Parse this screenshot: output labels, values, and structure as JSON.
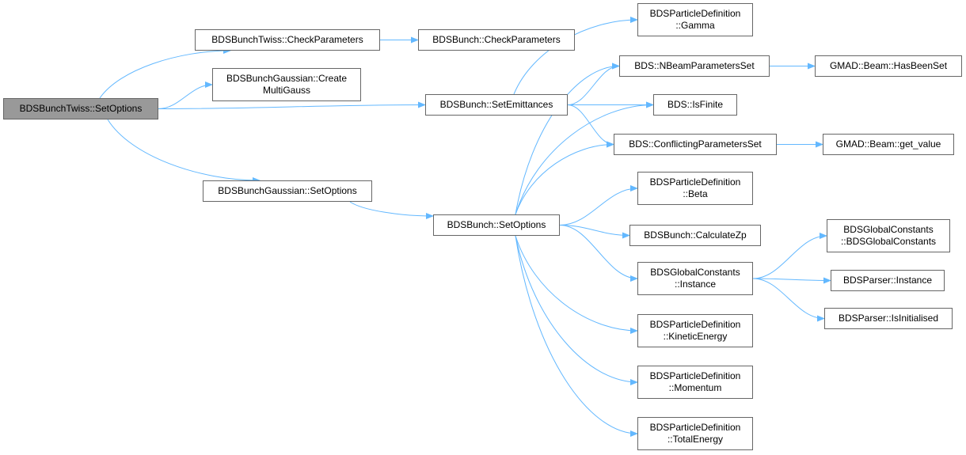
{
  "graph": {
    "edge_color": "#63b8ff",
    "node_border": "#666666",
    "root_fill": "#999999",
    "nodes": [
      {
        "id": "twiss_setoptions",
        "lines": [
          "BDSBunchTwiss::SetOptions"
        ],
        "root": true
      },
      {
        "id": "twiss_checkparams",
        "lines": [
          "BDSBunchTwiss::CheckParameters"
        ]
      },
      {
        "id": "bunch_checkparams",
        "lines": [
          "BDSBunch::CheckParameters"
        ]
      },
      {
        "id": "gauss_create",
        "lines": [
          "BDSBunchGaussian::Create",
          "MultiGauss"
        ]
      },
      {
        "id": "bunch_setemit",
        "lines": [
          "BDSBunch::SetEmittances"
        ]
      },
      {
        "id": "gauss_setoptions",
        "lines": [
          "BDSBunchGaussian::SetOptions"
        ]
      },
      {
        "id": "bunch_setoptions",
        "lines": [
          "BDSBunch::SetOptions"
        ]
      },
      {
        "id": "pd_gamma",
        "lines": [
          "BDSParticleDefinition",
          "::Gamma"
        ]
      },
      {
        "id": "nbeam",
        "lines": [
          "BDS::NBeamParametersSet"
        ]
      },
      {
        "id": "hasbeenset",
        "lines": [
          "GMAD::Beam::HasBeenSet"
        ]
      },
      {
        "id": "isfinite",
        "lines": [
          "BDS::IsFinite"
        ]
      },
      {
        "id": "conflicting",
        "lines": [
          "BDS::ConflictingParametersSet"
        ]
      },
      {
        "id": "getvalue",
        "lines": [
          "GMAD::Beam::get_value"
        ]
      },
      {
        "id": "pd_beta",
        "lines": [
          "BDSParticleDefinition",
          "::Beta"
        ]
      },
      {
        "id": "calczp",
        "lines": [
          "BDSBunch::CalculateZp"
        ]
      },
      {
        "id": "gc_ctor",
        "lines": [
          "BDSGlobalConstants",
          "::BDSGlobalConstants"
        ]
      },
      {
        "id": "gc_instance",
        "lines": [
          "BDSGlobalConstants",
          "::Instance"
        ]
      },
      {
        "id": "parser_instance",
        "lines": [
          "BDSParser::Instance"
        ]
      },
      {
        "id": "parser_isinit",
        "lines": [
          "BDSParser::IsInitialised"
        ]
      },
      {
        "id": "pd_kinetic",
        "lines": [
          "BDSParticleDefinition",
          "::KineticEnergy"
        ]
      },
      {
        "id": "pd_momentum",
        "lines": [
          "BDSParticleDefinition",
          "::Momentum"
        ]
      },
      {
        "id": "pd_total",
        "lines": [
          "BDSParticleDefinition",
          "::TotalEnergy"
        ]
      }
    ],
    "edges": [
      [
        "twiss_setoptions",
        "twiss_checkparams"
      ],
      [
        "twiss_setoptions",
        "gauss_create"
      ],
      [
        "twiss_setoptions",
        "bunch_setemit"
      ],
      [
        "twiss_setoptions",
        "gauss_setoptions"
      ],
      [
        "twiss_checkparams",
        "bunch_checkparams"
      ],
      [
        "gauss_setoptions",
        "bunch_setoptions"
      ],
      [
        "bunch_setemit",
        "pd_gamma"
      ],
      [
        "bunch_setemit",
        "nbeam"
      ],
      [
        "bunch_setemit",
        "isfinite"
      ],
      [
        "bunch_setemit",
        "conflicting"
      ],
      [
        "nbeam",
        "hasbeenset"
      ],
      [
        "conflicting",
        "getvalue"
      ],
      [
        "bunch_setoptions",
        "nbeam"
      ],
      [
        "bunch_setoptions",
        "isfinite"
      ],
      [
        "bunch_setoptions",
        "conflicting"
      ],
      [
        "bunch_setoptions",
        "pd_beta"
      ],
      [
        "bunch_setoptions",
        "calczp"
      ],
      [
        "bunch_setoptions",
        "gc_instance"
      ],
      [
        "bunch_setoptions",
        "pd_kinetic"
      ],
      [
        "bunch_setoptions",
        "pd_momentum"
      ],
      [
        "bunch_setoptions",
        "pd_total"
      ],
      [
        "gc_instance",
        "gc_ctor"
      ],
      [
        "gc_instance",
        "parser_instance"
      ],
      [
        "gc_instance",
        "parser_isinit"
      ]
    ]
  }
}
